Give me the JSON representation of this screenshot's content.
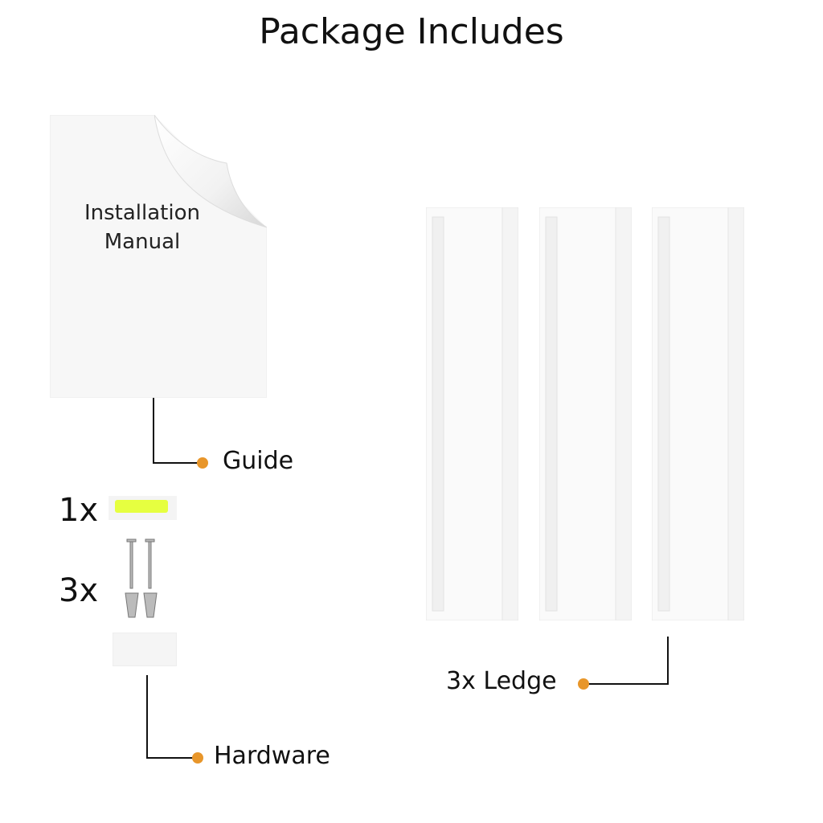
{
  "title": "Package Includes",
  "manual": {
    "line1": "Installation",
    "line2": "Manual"
  },
  "callouts": {
    "guide": "Guide",
    "hardware": "Hardware",
    "ledge": "3x Ledge"
  },
  "counts": {
    "level": "1x",
    "screws": "3x"
  },
  "colors": {
    "dot": "#e8962a",
    "level_bubble": "#e6ff40"
  }
}
